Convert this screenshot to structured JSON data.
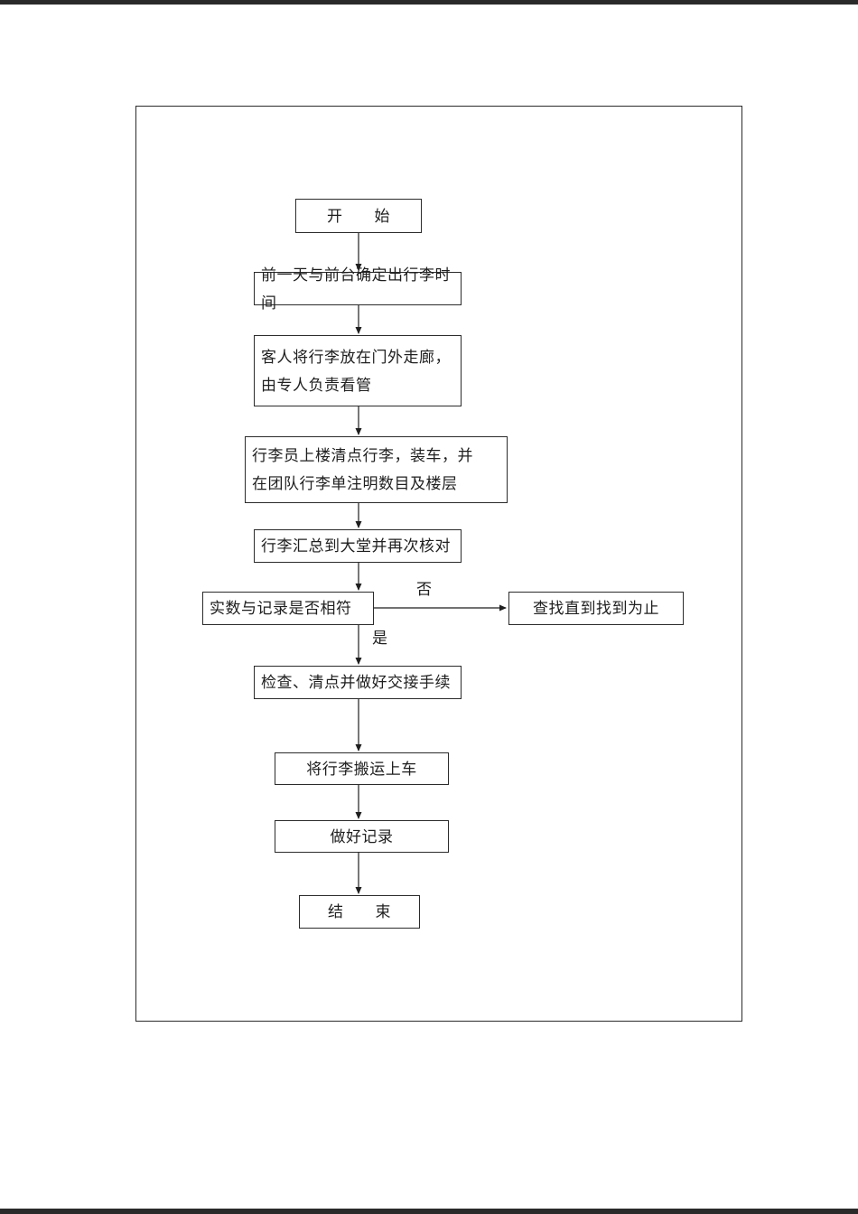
{
  "document": {
    "background": "#ffffff",
    "ink": "#1f1f1f",
    "border": "#2b2b2b"
  },
  "flowchart": {
    "nodes": {
      "start": "开　　始",
      "confirm_time": "前一天与前台确定出行李时间",
      "guest_luggage": "客人将行李放在门外走廊，\n由专人负责看管",
      "bellman_collect": "行李员上楼清点行李，装车，并\n在团队行李单注明数目及楼层",
      "gather_lobby": "行李汇总到大堂并再次核对",
      "decision_match": "实数与记录是否相符",
      "search_until_found": "查找直到找到为止",
      "handover": "检查、清点并做好交接手续",
      "load_vehicle": "将行李搬运上车",
      "make_record": "做好记录",
      "end": "结　　束"
    },
    "branch_labels": {
      "no": "否",
      "yes": "是"
    }
  }
}
